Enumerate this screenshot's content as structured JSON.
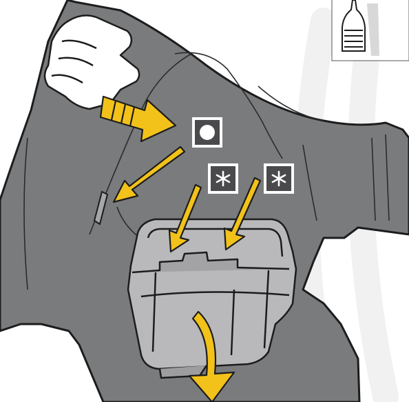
{
  "figure": {
    "symbols": [
      {
        "id": "mark-dot",
        "shape": "circle"
      },
      {
        "id": "mark-star-left",
        "shape": "asterisk"
      },
      {
        "id": "mark-star-right",
        "shape": "asterisk"
      }
    ],
    "colors": {
      "panel": "#7a7b7d",
      "panel_outline": "#1c1c1c",
      "arrow": "#f2c21a",
      "cover": "#b9b9bb",
      "glove": "#ffffff",
      "symbol_box": "#4a4a4c",
      "background_logo": "#f1f1f1"
    },
    "icons": [
      "glove-hand-icon",
      "grease-tube-icon",
      "clip-icon",
      "arrow-icon"
    ]
  }
}
